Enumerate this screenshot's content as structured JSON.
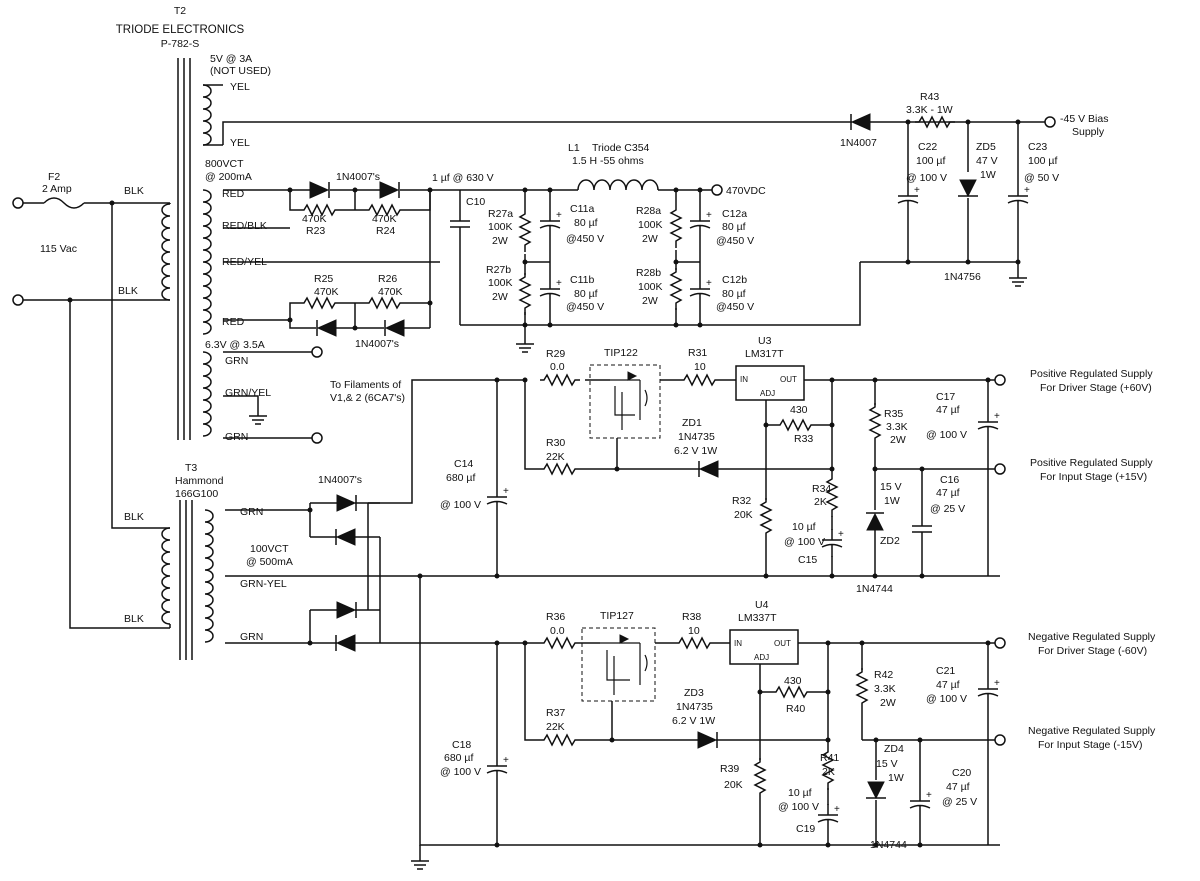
{
  "transformer_t2": {
    "ref": "T2",
    "maker": "TRIODE ELECTRONICS",
    "part": "P-782-S"
  },
  "transformer_t3": {
    "ref": "T3",
    "maker": "Hammond",
    "part": "166G100"
  },
  "fuse": {
    "ref": "F2",
    "rating": "2 Amp"
  },
  "mains": {
    "voltage": "115 Vac",
    "wire_top": "BLK",
    "wire_bot": "BLK"
  },
  "t2_windings": {
    "w5v": "5V @ 3A",
    "w5v_note": "(NOT USED)",
    "yel1": "YEL",
    "yel2": "YEL",
    "hv": "800VCT",
    "hv_current": "@ 200mA",
    "red1": "RED",
    "redblk": "RED/BLK",
    "redyel": "RED/YEL",
    "red2": "RED",
    "fil": "6.3V @ 3.5A",
    "grn1": "GRN",
    "grnyel": "GRN/YEL",
    "grn2": "GRN"
  },
  "t3_windings": {
    "blk1": "BLK",
    "blk2": "BLK",
    "grn1": "GRN",
    "vct": "100VCT",
    "vct_current": "@ 500mA",
    "grnyel": "GRN-YEL",
    "grn2": "GRN"
  },
  "filaments": {
    "line1": "To Filaments of",
    "line2": "V1,& 2 (6CA7's)"
  },
  "hv_section": {
    "diodes_top": "1N4007's",
    "diodes_bot": "1N4007's",
    "r23": {
      "ref": "R23",
      "value": "470K"
    },
    "r24": {
      "ref": "R24",
      "value": "470K"
    },
    "r25": {
      "ref": "R25",
      "value": "470K"
    },
    "r26": {
      "ref": "R26",
      "value": "470K"
    },
    "cap_label": "1 µf @ 630 V",
    "c10": "C10",
    "choke_ref": "L1",
    "choke_name": "Triode C354",
    "choke_spec": "1.5 H -55 ohms",
    "out": "470VDC",
    "r27a": [
      "R27a",
      "100K",
      "2W"
    ],
    "r27b": [
      "R27b",
      "100K",
      "2W"
    ],
    "r28a": [
      "R28a",
      "100K",
      "2W"
    ],
    "r28b": [
      "R28b",
      "100K",
      "2W"
    ],
    "c11a": [
      "C11a",
      "80 µf",
      "@450 V"
    ],
    "c11b": [
      "C11b",
      "80 µf",
      "@450 V"
    ],
    "c12a": [
      "C12a",
      "80 µf",
      "@450 V"
    ],
    "c12b": [
      "C12b",
      "80 µf",
      "@450 V"
    ]
  },
  "bias": {
    "diode": "1N4007",
    "r43": "R43",
    "r43_val": "3.3K - 1W",
    "out1": "-45 V Bias",
    "out2": "Supply",
    "c22": [
      "C22",
      "100 µf",
      "@ 100 V"
    ],
    "zd5": [
      "ZD5",
      "47 V",
      "1W"
    ],
    "c23": [
      "C23",
      "100 µf",
      "@ 50 V"
    ],
    "zener_part": "1N4756"
  },
  "pos_reg": {
    "d_label": "1N4007's",
    "r29": [
      "R29",
      "0.0"
    ],
    "q": "TIP122",
    "r31": [
      "R31",
      "10"
    ],
    "u": [
      "U3",
      "LM317T"
    ],
    "pin_in": "IN",
    "pin_out": "OUT",
    "pin_adj": "ADJ",
    "zd1": [
      "ZD1",
      "1N4735",
      "6.2 V  1W"
    ],
    "r30": [
      "R30",
      "22K"
    ],
    "r33": [
      "430",
      "R33"
    ],
    "r32": [
      "R32",
      "20K"
    ],
    "r34": [
      "R34",
      "2K"
    ],
    "c15": [
      "10 µf",
      "@ 100 V",
      "C15"
    ],
    "c14": [
      "C14",
      "680 µf",
      "@ 100 V"
    ],
    "r35": [
      "R35",
      "3.3K",
      "2W"
    ],
    "c17": [
      "C17",
      "47 µf",
      "@ 100 V"
    ],
    "zd2": [
      "15 V",
      "1W",
      "ZD2"
    ],
    "c16": [
      "C16",
      "47 µf",
      "@ 25 V"
    ],
    "zener_part": "1N4744",
    "out_a1": "Positive Regulated Supply",
    "out_a2": "For Driver Stage (+60V)",
    "out_b1": "Positive Regulated Supply",
    "out_b2": "For Input Stage (+15V)"
  },
  "neg_reg": {
    "r36": [
      "R36",
      "0.0"
    ],
    "q": "TIP127",
    "r38": [
      "R38",
      "10"
    ],
    "u": [
      "U4",
      "LM337T"
    ],
    "pin_in": "IN",
    "pin_out": "OUT",
    "pin_adj": "ADJ",
    "zd3": [
      "ZD3",
      "1N4735",
      "6.2 V  1W"
    ],
    "r37": [
      "R37",
      "22K"
    ],
    "r40": [
      "430",
      "R40"
    ],
    "r39": [
      "R39",
      "20K"
    ],
    "r41": [
      "R41",
      "2K"
    ],
    "c19": [
      "10 µf",
      "@ 100 V",
      "C19"
    ],
    "c18": [
      "C18",
      "680 µf",
      "@ 100 V"
    ],
    "r42": [
      "R42",
      "3.3K",
      "2W"
    ],
    "c21": [
      "C21",
      "47 µf",
      "@ 100 V"
    ],
    "zd4": [
      "ZD4",
      "15 V",
      "1W"
    ],
    "c20": [
      "C20",
      "47 µf",
      "@ 25 V"
    ],
    "zener_part": "1N4744",
    "out_a1": "Negative Regulated Supply",
    "out_a2": "For Driver Stage (-60V)",
    "out_b1": "Negative Regulated Supply",
    "out_b2": "For Input Stage (-15V)"
  }
}
